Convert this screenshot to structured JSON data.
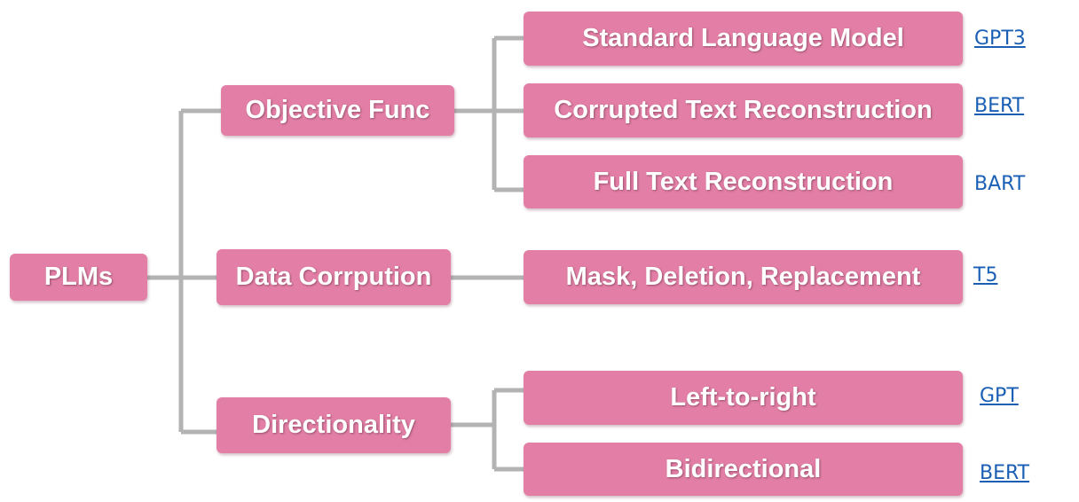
{
  "colors": {
    "node_fill": "#e37fa6",
    "connector": "#b3b3b3",
    "node_text": "#ffffff",
    "link": "#1a5fb4"
  },
  "root": {
    "label": "PLMs"
  },
  "categories": {
    "objective": {
      "label": "Objective Func"
    },
    "corruption": {
      "label": "Data Corrpution"
    },
    "direction": {
      "label": "Directionality"
    }
  },
  "leaves": {
    "standard_lm": {
      "label": "Standard Language Model",
      "model": "GPT3",
      "linked": true
    },
    "corrupted_text": {
      "label": "Corrupted Text Reconstruction",
      "model": "BERT",
      "linked": true
    },
    "full_text": {
      "label": "Full Text Reconstruction",
      "model": "BART",
      "linked": false
    },
    "mask_deletion": {
      "label": "Mask, Deletion, Replacement",
      "model": "T5",
      "linked": true
    },
    "left_to_right": {
      "label": "Left-to-right",
      "model": "GPT",
      "linked": true
    },
    "bidirectional": {
      "label": "Bidirectional",
      "model": "BERT",
      "linked": true
    }
  }
}
